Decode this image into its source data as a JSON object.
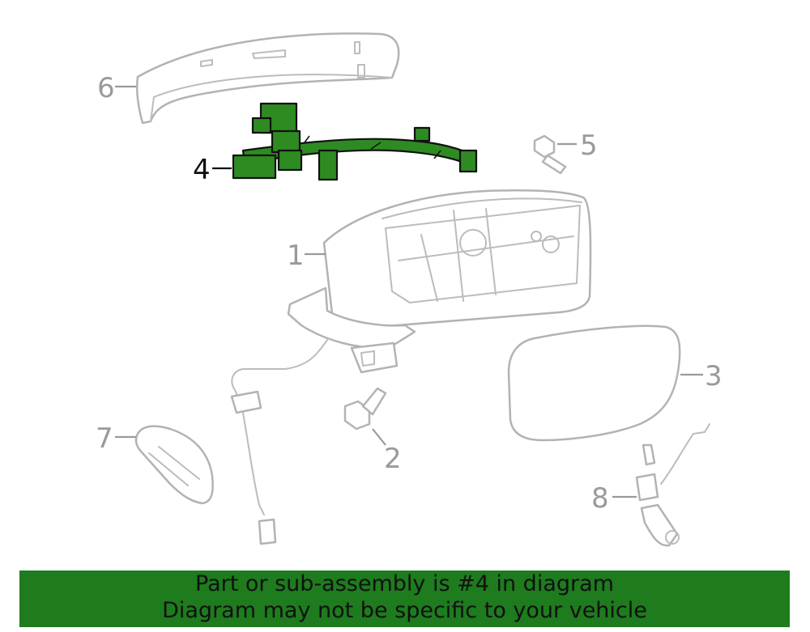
{
  "callouts": {
    "c1": "1",
    "c2": "2",
    "c3": "3",
    "c4": "4",
    "c5": "5",
    "c6": "6",
    "c7": "7",
    "c8": "8"
  },
  "highlighted_part": "4",
  "colors": {
    "highlight_fill": "#2e8b22",
    "banner_background": "#1e7b1e",
    "part_outline": "#b3b3b3",
    "callout_text": "#9a9a9a"
  },
  "banner": {
    "line1": "Part or sub-assembly is #4 in diagram",
    "line2": "Diagram may not be specific to your vehicle"
  }
}
